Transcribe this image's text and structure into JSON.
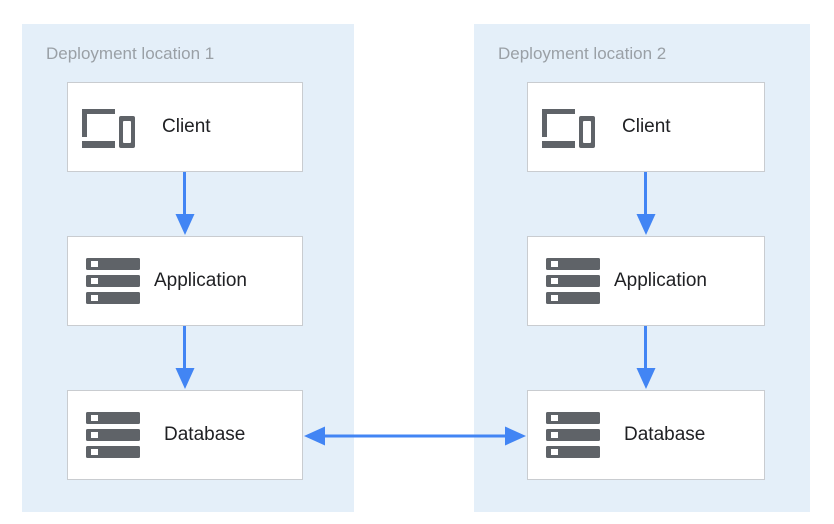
{
  "diagram": {
    "title_hidden": "",
    "colors": {
      "zone_background": "#e4eff9",
      "zone_title_text": "#9aa0a6",
      "node_background": "#ffffff",
      "node_border": "#c9ccd0",
      "node_label_text": "#202124",
      "icon_gray": "#5f6368",
      "arrow_blue": "#4285f4",
      "page_background": "#ffffff"
    },
    "zones": [
      {
        "id": "zone-1",
        "title": "Deployment location 1",
        "nodes": [
          {
            "id": "client-1",
            "label": "Client",
            "icon": "devices-icon"
          },
          {
            "id": "application-1",
            "label": "Application",
            "icon": "server-stack-icon"
          },
          {
            "id": "database-1",
            "label": "Database",
            "icon": "server-stack-icon"
          }
        ]
      },
      {
        "id": "zone-2",
        "title": "Deployment location 2",
        "nodes": [
          {
            "id": "client-2",
            "label": "Client",
            "icon": "devices-icon"
          },
          {
            "id": "application-2",
            "label": "Application",
            "icon": "server-stack-icon"
          },
          {
            "id": "database-2",
            "label": "Database",
            "icon": "server-stack-icon"
          }
        ]
      }
    ],
    "connections": [
      {
        "id": "client-1-to-application-1",
        "from": "client-1",
        "to": "application-1",
        "direction": "down"
      },
      {
        "id": "application-1-to-database-1",
        "from": "application-1",
        "to": "database-1",
        "direction": "down"
      },
      {
        "id": "client-2-to-application-2",
        "from": "client-2",
        "to": "application-2",
        "direction": "down"
      },
      {
        "id": "application-2-to-database-2",
        "from": "application-2",
        "to": "database-2",
        "direction": "down"
      },
      {
        "id": "database-1-to-database-2",
        "from": "database-1",
        "to": "database-2",
        "direction": "bidirectional"
      }
    ]
  }
}
